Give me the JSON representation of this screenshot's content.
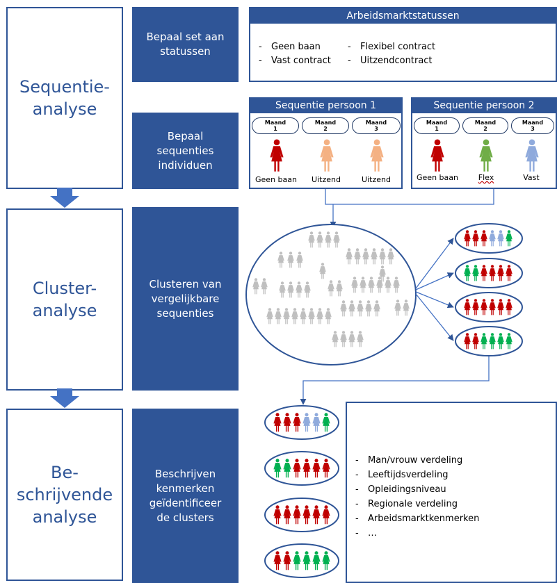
{
  "phases": [
    {
      "id": "sequentie",
      "label": "Sequentie-\nanalyse"
    },
    {
      "id": "cluster",
      "label": "Cluster-\nanalyse"
    },
    {
      "id": "beschrijvend",
      "label": "Be-\nschrijvende\nanalyse"
    }
  ],
  "steps": [
    {
      "id": "statussen",
      "label": "Bepaal set aan\nstatussen"
    },
    {
      "id": "sequenties",
      "label": "Bepaal\nsequenties\nindividuen"
    },
    {
      "id": "clusteren",
      "label": "Clusteren van\nvergelijkbare\nsequenties"
    },
    {
      "id": "beschrijven",
      "label": "Beschrijven\nkenmerken\ngeïdentificeer\nde clusters"
    }
  ],
  "statuses": {
    "title": "Arbeidsmarktstatussen",
    "dash": "-",
    "items": [
      "Geen baan",
      "Flexibel contract",
      "Vast contract",
      "Uitzendcontract"
    ]
  },
  "persons": [
    {
      "title": "Sequentie persoon 1",
      "months": [
        {
          "word": "Maand",
          "num": "1"
        },
        {
          "word": "Maand",
          "num": "2"
        },
        {
          "word": "Maand",
          "num": "3"
        }
      ],
      "figures": [
        {
          "label": "Geen baan",
          "color": "#c00000"
        },
        {
          "label": "Uitzend",
          "color": "#f4b183"
        },
        {
          "label": "Uitzend",
          "color": "#f4b183"
        }
      ]
    },
    {
      "title": "Sequentie persoon 2",
      "months": [
        {
          "word": "Maand",
          "num": "1"
        },
        {
          "word": "Maand",
          "num": "2"
        },
        {
          "word": "Maand",
          "num": "3"
        }
      ],
      "figures": [
        {
          "label": "Geen baan",
          "color": "#c00000"
        },
        {
          "label": "Flex",
          "color": "#70ad47"
        },
        {
          "label": "Vast",
          "color": "#8faadc"
        }
      ]
    }
  ],
  "clusters": [
    [
      "#c00000",
      "#c00000",
      "#c00000",
      "#8faadc",
      "#8faadc",
      "#00b050"
    ],
    [
      "#00b050",
      "#00b050",
      "#c00000",
      "#c00000",
      "#c00000",
      "#c00000"
    ],
    [
      "#c00000",
      "#c00000",
      "#c00000",
      "#c00000",
      "#c00000",
      "#c00000"
    ],
    [
      "#c00000",
      "#c00000",
      "#00b050",
      "#00b050",
      "#00b050",
      "#00b050"
    ]
  ],
  "characteristics": {
    "dash": "-",
    "items": [
      "Man/vrouw verdeling",
      "Leeftijdsverdeling",
      "Opleidingsniveau",
      "Regionale verdeling",
      "Arbeidsmarktkenmerken",
      "…"
    ]
  },
  "colors": {
    "primary": "#2f5597",
    "crowd": "#bfbfbf",
    "red": "#c00000",
    "peach": "#f4b183",
    "green": "#00b050",
    "lightblue": "#8faadc",
    "arrow": "#4472c4"
  }
}
